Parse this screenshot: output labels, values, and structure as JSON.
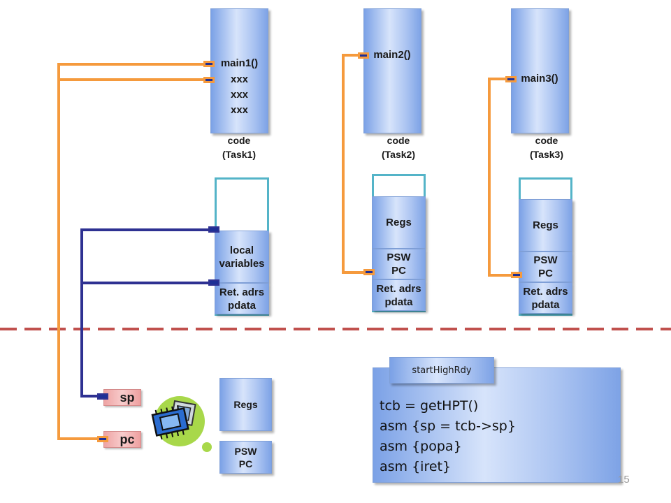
{
  "task1": {
    "code_lines": [
      "main1()",
      "xxx",
      "xxx",
      "xxx"
    ],
    "code_caption": [
      "code",
      "(Task1)"
    ],
    "stack": {
      "local": "local variables",
      "ret": [
        "Ret. adrs",
        "pdata"
      ]
    }
  },
  "task2": {
    "code_label": "main2()",
    "code_caption": [
      "code",
      "(Task2)"
    ],
    "stack": {
      "regs": "Regs",
      "psw": [
        "PSW",
        "PC"
      ],
      "ret": [
        "Ret. adrs",
        "pdata"
      ]
    }
  },
  "task3": {
    "code_label": "main3()",
    "code_caption": [
      "code",
      "(Task3)"
    ],
    "stack": {
      "regs": "Regs",
      "psw": [
        "PSW",
        "PC"
      ],
      "ret": [
        "Ret. adrs",
        "pdata"
      ]
    }
  },
  "cpu": {
    "sp_label": "sp",
    "pc_label": "pc",
    "regs": "Regs",
    "psw": [
      "PSW",
      "PC"
    ],
    "chip_icon": "cpu-chip-icon"
  },
  "routine": {
    "tab_label": "startHighRdy",
    "lines": [
      "tcb = getHPT()",
      "asm {sp = tcb->sp}",
      "asm {popa}",
      "asm {iret}"
    ]
  },
  "page_number": "15",
  "colors": {
    "orange_wire": "#f59a3d",
    "navy_wire": "#2e3192",
    "divider": "#c0504d",
    "frame": "#54b4c8",
    "box_blue": "#7ba1e6",
    "reg_pink": "#eea3a3"
  }
}
